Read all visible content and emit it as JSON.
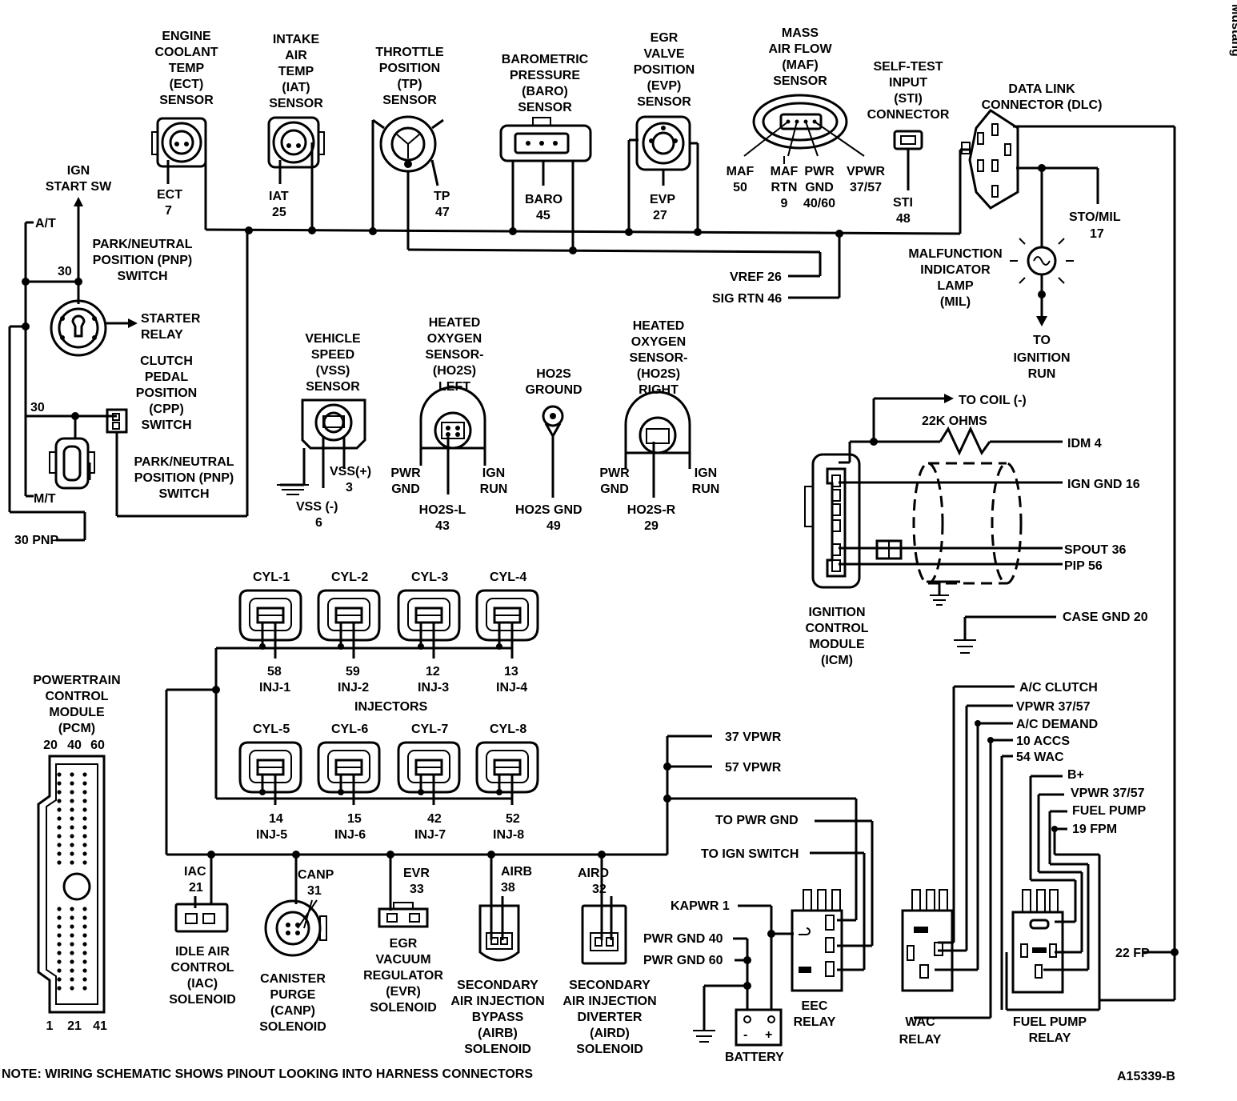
{
  "brand": "Mustang",
  "figure_id": "A15339-B",
  "note": "NOTE: WIRING SCHEMATIC SHOWS PINOUT LOOKING INTO HARNESS CONNECTORS",
  "sensors": {
    "ect": {
      "lines": [
        "ENGINE",
        "COOLANT",
        "TEMP",
        "(ECT)",
        "SENSOR"
      ],
      "pin_name": "ECT",
      "pin_no": "7"
    },
    "iat": {
      "lines": [
        "INTAKE",
        "AIR",
        "TEMP",
        "(IAT)",
        "SENSOR"
      ],
      "pin_name": "IAT",
      "pin_no": "25"
    },
    "tp": {
      "lines": [
        "THROTTLE",
        "POSITION",
        "(TP)",
        "SENSOR"
      ],
      "pin_name": "TP",
      "pin_no": "47"
    },
    "baro": {
      "lines": [
        "BAROMETRIC",
        "PRESSURE",
        "(BARO)",
        "SENSOR"
      ],
      "pin_name": "BARO",
      "pin_no": "45"
    },
    "evp": {
      "lines": [
        "EGR",
        "VALVE",
        "POSITION",
        "(EVP)",
        "SENSOR"
      ],
      "pin_name": "EVP",
      "pin_no": "27"
    },
    "maf": {
      "lines": [
        "MASS",
        "AIR FLOW",
        "(MAF)",
        "SENSOR"
      ],
      "pins": [
        {
          "name": "MAF",
          "no": "50"
        },
        {
          "name": "MAF",
          "name2": "RTN",
          "no": "9"
        },
        {
          "name": "PWR",
          "name2": "GND",
          "no": "40/60"
        },
        {
          "name": "VPWR",
          "no": "37/57"
        }
      ]
    },
    "sti": {
      "lines": [
        "SELF-TEST",
        "INPUT",
        "(STI)",
        "CONNECTOR"
      ],
      "pin_name": "STI",
      "pin_no": "48"
    },
    "dlc": {
      "lines": [
        "DATA LINK",
        "CONNECTOR (DLC)"
      ]
    },
    "sto": {
      "name": "STO/MIL",
      "no": "17"
    },
    "mil": {
      "lines": [
        "MALFUNCTION",
        "INDICATOR",
        "LAMP",
        "(MIL)"
      ]
    },
    "mil_to": [
      "TO",
      "IGNITION",
      "RUN"
    ],
    "vref": "VREF 26",
    "sigrtn": "SIG RTN 46"
  },
  "ignition_switch": {
    "ign_start": [
      "IGN",
      "START SW"
    ],
    "at": "A/T",
    "mt": "M/T",
    "pin30a": "30",
    "pin30b": "30",
    "pnp_top": [
      "PARK/NEUTRAL",
      "POSITION (PNP)",
      "SWITCH"
    ],
    "starter": [
      "STARTER",
      "RELAY"
    ],
    "cpp": [
      "CLUTCH",
      "PEDAL",
      "POSITION",
      "(CPP)",
      "SWITCH"
    ],
    "pnp_bottom": [
      "PARK/NEUTRAL",
      "POSITION (PNP)",
      "SWITCH"
    ],
    "pnp30": "30 PNP"
  },
  "vss": {
    "lines": [
      "VEHICLE",
      "SPEED",
      "(VSS)",
      "SENSOR"
    ],
    "plus_name": "VSS(+)",
    "plus_no": "3",
    "minus_name": "VSS (-)",
    "minus_no": "6"
  },
  "ho2s_left": {
    "lines": [
      "HEATED",
      "OXYGEN",
      "SENSOR-",
      "(HO2S)",
      "LEFT"
    ],
    "pwr": [
      "PWR",
      "GND"
    ],
    "ign": [
      "IGN",
      "RUN"
    ],
    "sig_name": "HO2S-L",
    "sig_no": "43"
  },
  "ho2s_ground": {
    "lines": [
      "HO2S",
      "GROUND"
    ],
    "pin_name": "HO2S GND",
    "pin_no": "49"
  },
  "ho2s_right": {
    "lines": [
      "HEATED",
      "OXYGEN",
      "SENSOR-",
      "(HO2S)",
      "RIGHT"
    ],
    "pwr": [
      "PWR",
      "GND"
    ],
    "ign": [
      "IGN",
      "RUN"
    ],
    "sig_name": "HO2S-R",
    "sig_no": "29"
  },
  "icm": {
    "lines": [
      "IGNITION",
      "CONTROL",
      "MODULE",
      "(ICM)"
    ],
    "to_coil": "TO COIL (-)",
    "resistor": "22K OHMS",
    "idm": "IDM 4",
    "ign_gnd": "IGN GND 16",
    "spout": "SPOUT 36",
    "pip": "PIP 56",
    "case_gnd": "CASE GND 20"
  },
  "injectors": {
    "title": "INJECTORS",
    "top": [
      {
        "cyl": "CYL-1",
        "no": "58",
        "inj": "INJ-1"
      },
      {
        "cyl": "CYL-2",
        "no": "59",
        "inj": "INJ-2"
      },
      {
        "cyl": "CYL-3",
        "no": "12",
        "inj": "INJ-3"
      },
      {
        "cyl": "CYL-4",
        "no": "13",
        "inj": "INJ-4"
      }
    ],
    "bottom": [
      {
        "cyl": "CYL-5",
        "no": "14",
        "inj": "INJ-5"
      },
      {
        "cyl": "CYL-6",
        "no": "15",
        "inj": "INJ-6"
      },
      {
        "cyl": "CYL-7",
        "no": "42",
        "inj": "INJ-7"
      },
      {
        "cyl": "CYL-8",
        "no": "52",
        "inj": "INJ-8"
      }
    ]
  },
  "pcm": {
    "lines": [
      "POWERTRAIN",
      "CONTROL",
      "MODULE",
      "(PCM)"
    ],
    "top_pins": [
      "20",
      "40",
      "60"
    ],
    "bottom_pins": [
      "1",
      "21",
      "41"
    ]
  },
  "solenoids": {
    "iac": {
      "name": "IAC",
      "no": "21",
      "lines": [
        "IDLE AIR",
        "CONTROL",
        "(IAC)",
        "SOLENOID"
      ]
    },
    "canp": {
      "name": "CANP",
      "no": "31",
      "lines": [
        "CANISTER",
        "PURGE",
        "(CANP)",
        "SOLENOID"
      ]
    },
    "evr": {
      "name": "EVR",
      "no": "33",
      "lines": [
        "EGR",
        "VACUUM",
        "REGULATOR",
        "(EVR)",
        "SOLENOID"
      ]
    },
    "airb": {
      "name": "AIRB",
      "no": "38",
      "lines": [
        "SECONDARY",
        "AIR INJECTION",
        "BYPASS",
        "(AIRB)",
        "SOLENOID"
      ]
    },
    "aird": {
      "name": "AIRD",
      "no": "32",
      "lines": [
        "SECONDARY",
        "AIR INJECTION",
        "DIVERTER",
        "(AIRD)",
        "SOLENOID"
      ]
    }
  },
  "power": {
    "vpwr37": "37 VPWR",
    "vpwr57": "57 VPWR",
    "to_pwr_gnd": "TO PWR GND",
    "to_ign_switch": "TO IGN SWITCH",
    "kapwr": "KAPWR 1",
    "pwrgnd40": "PWR GND 40",
    "pwrgnd60": "PWR GND 60",
    "battery": "BATTERY",
    "battery_minus": "-",
    "battery_plus": "+",
    "eec_relay": [
      "EEC",
      "RELAY"
    ]
  },
  "wac": {
    "ac_clutch": "A/C CLUTCH",
    "vpwr": "VPWR 37/57",
    "ac_demand": "A/C DEMAND",
    "accs": "10 ACCS",
    "wac54": "54 WAC",
    "relay": [
      "WAC",
      "RELAY"
    ]
  },
  "fuel_pump": {
    "bplus": "B+",
    "vpwr": "VPWR 37/57",
    "fuel_pump": "FUEL PUMP",
    "fpm": "19 FPM",
    "fp22": "22 FP",
    "relay": [
      "FUEL PUMP",
      "RELAY"
    ]
  }
}
